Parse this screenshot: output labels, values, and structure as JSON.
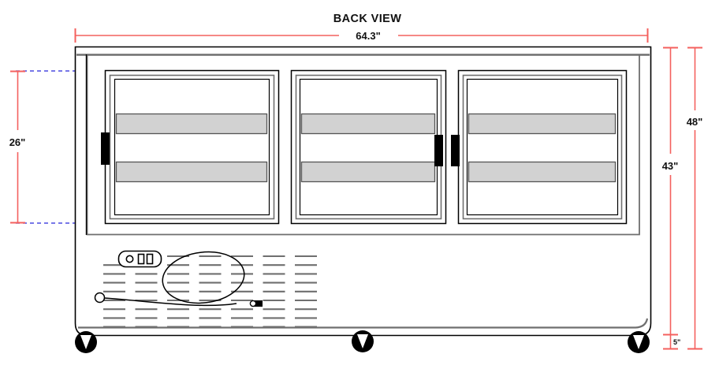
{
  "drawing": {
    "title": "BACK VIEW",
    "units": "inches",
    "accent_color": "#f4605e",
    "extension_color": "#4a4ae0",
    "outline_color": "#000000",
    "panel_fill": "#d2d2d2",
    "handle_color": "#000000",
    "grille_color": "#6f6f6f"
  },
  "dimensions": {
    "width_overall": "64.3\"",
    "height_overall": "48\"",
    "height_cabinet": "43\"",
    "height_door_opening": "26\"",
    "caster_height": "5\""
  },
  "cabinet": {
    "name": "back-panel-cabinet",
    "doors": [
      {
        "id": "door-left",
        "handle_side": "left",
        "shelf_count": 2
      },
      {
        "id": "door-center",
        "handle_side": "right",
        "shelf_count": 2
      },
      {
        "id": "door-right",
        "handle_side": "left",
        "shelf_count": 2
      }
    ],
    "casters": [
      {
        "id": "caster-left"
      },
      {
        "id": "caster-center"
      },
      {
        "id": "caster-right"
      }
    ],
    "control_panel": {
      "id": "control-panel",
      "knob_count": 1,
      "switch_count": 2
    },
    "condenser": {
      "id": "condenser-grille",
      "columns": 7,
      "rows": 9
    },
    "power_cord": {
      "id": "power-cord",
      "has_coil": true,
      "plug_end": "right"
    }
  }
}
